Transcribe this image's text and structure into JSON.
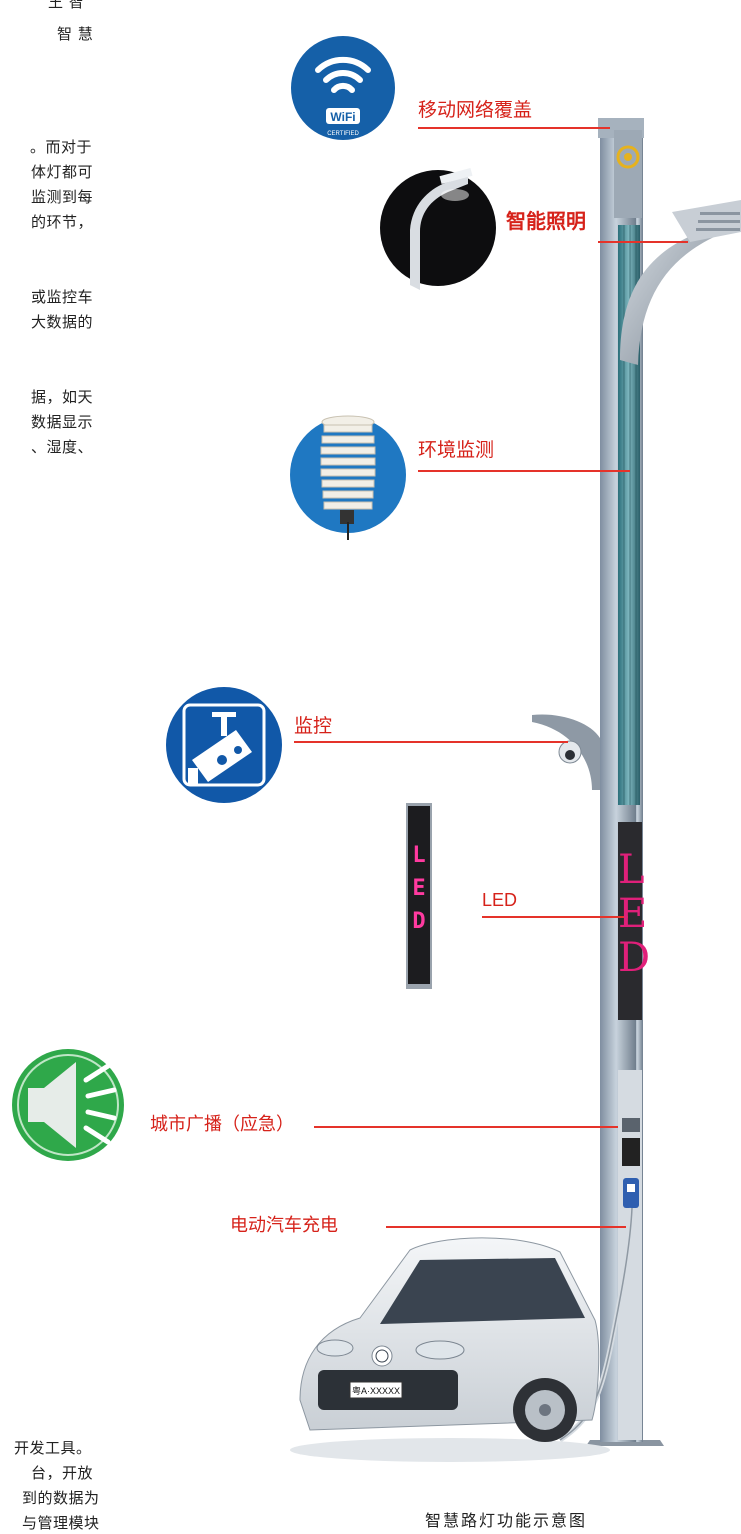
{
  "left_text": {
    "top_lines": [
      "王 智",
      "智 慧"
    ],
    "paragraph_1": [
      "。而对于",
      "体灯都可",
      "监测到每",
      "的环节，"
    ],
    "paragraph_2": [
      "或监控车",
      "大数据的"
    ],
    "paragraph_3": [
      "据，如天",
      "数据显示",
      "、湿度、"
    ],
    "bottom_lines": [
      "开发工具。",
      "台，开放",
      "到的数据为",
      "与管理模块"
    ]
  },
  "labels": {
    "wifi": "移动网络覆盖",
    "lighting": "智能照明",
    "environment": "环境监测",
    "monitoring": "监控",
    "led": "LED",
    "broadcast": "城市广播（应急）",
    "charging": "电动汽车充电"
  },
  "icons": {
    "wifi_badge": "WiFi",
    "wifi_certified": "CERTIFIED",
    "led_sign": [
      "L",
      "E",
      "D"
    ]
  },
  "pole_led_panel": [
    "L",
    "E",
    "D"
  ],
  "car_plate": "粤A·XXXXX",
  "caption": "智慧路灯功能示意图",
  "colors": {
    "label_red": "#d6221a",
    "wifi_blue": "#1560a8",
    "speaker_green": "#2fa84a",
    "led_pink": "#e0207a"
  }
}
